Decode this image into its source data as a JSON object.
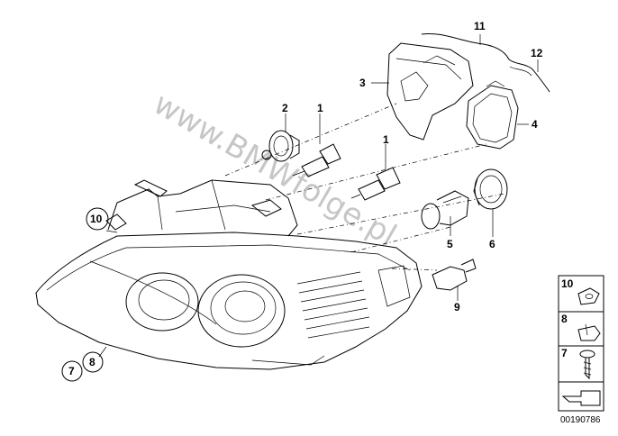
{
  "callouts": {
    "c1a": "1",
    "c1b": "1",
    "c2": "2",
    "c3": "3",
    "c4": "4",
    "c5": "5",
    "c6": "6",
    "c9": "9",
    "c11": "11",
    "c12": "12"
  },
  "circled": {
    "c10": "10",
    "c7": "7",
    "c8": "8"
  },
  "side_panel": {
    "row10": "10",
    "row8": "8",
    "row7": "7"
  },
  "doc_number": "00190786",
  "watermark": "www.BMWfolge.pl"
}
